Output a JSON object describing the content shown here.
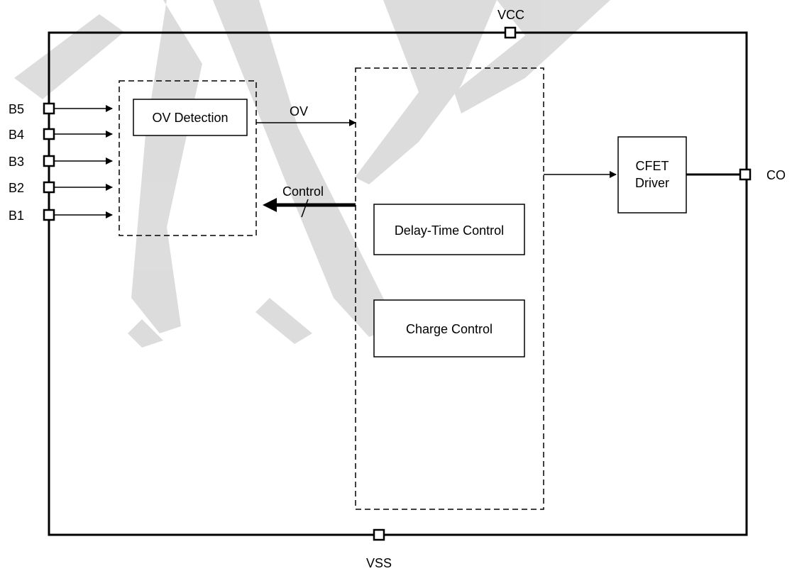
{
  "pins": {
    "vcc": "VCC",
    "vss": "VSS",
    "co": "CO",
    "inputs": [
      "B5",
      "B4",
      "B3",
      "B2",
      "B1"
    ]
  },
  "blocks": {
    "ov_detection": "OV Detection",
    "delay_time_control": "Delay-Time Control",
    "charge_control": "Charge Control",
    "cfet_driver_line1": "CFET",
    "cfet_driver_line2": "Driver"
  },
  "signals": {
    "ov": "OV",
    "control": "Control"
  },
  "colors": {
    "line": "#000000",
    "watermark": "#d9d9d9"
  }
}
